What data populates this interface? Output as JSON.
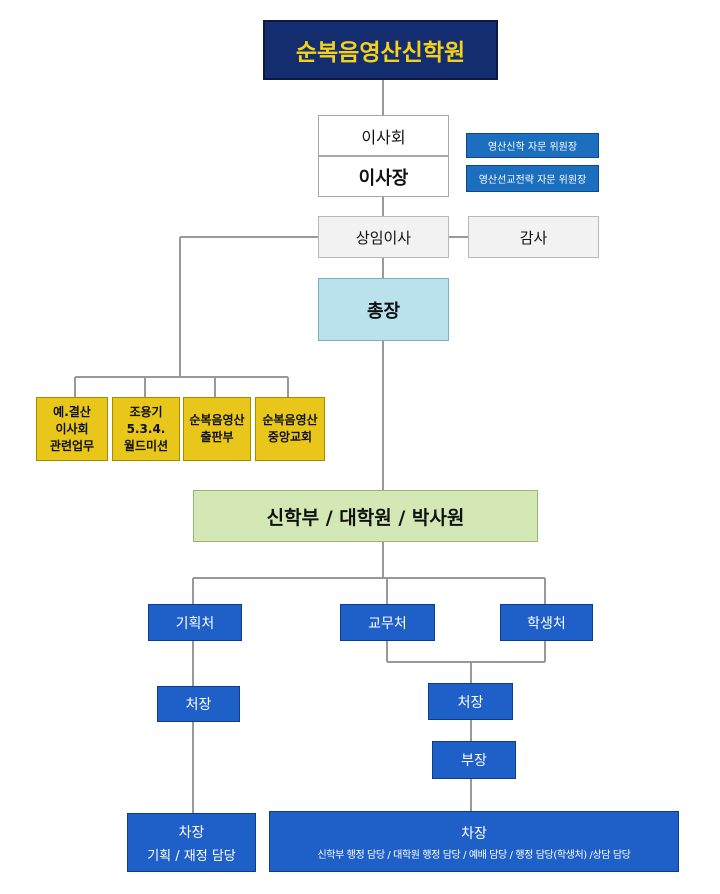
{
  "colors": {
    "title_bg": "#132d6e",
    "title_text": "#f4d21c",
    "blue": "#1f5fc8",
    "yellow": "#e8c61a",
    "cyan": "#b9e2ec",
    "green": "#d3e8b4",
    "line": "#999999"
  },
  "org": {
    "title": "순복음영산신학원",
    "board": "이사회",
    "chairman": "이사장",
    "advisory": [
      "영산신학 자문 위원장",
      "영산선교전략 자문 위원장"
    ],
    "standing_director": "상임이사",
    "auditor": "감사",
    "president": "총장",
    "side_units": [
      [
        "예.결산",
        "이사회",
        "관련업무"
      ],
      [
        "조용기",
        "5.3.4.",
        "월드미션"
      ],
      [
        "순복음영산",
        "출판부"
      ],
      [
        "순복음영산",
        "중앙교회"
      ]
    ],
    "schools": "신학부 / 대학원 / 박사원",
    "planning_office": "기획처",
    "academic_office": "교무처",
    "student_office": "학생처",
    "planning_director": "처장",
    "academic_director": "처장",
    "academic_manager": "부장",
    "planning_deputy": {
      "title": "차장",
      "desc": "기획 / 재정 담당"
    },
    "academic_deputy": {
      "title": "차장",
      "desc": "신학부 행정 담당 / 대학원 행정 담당 / 예배 담당 / 행정 담당(학생처) /상담 담당"
    }
  }
}
